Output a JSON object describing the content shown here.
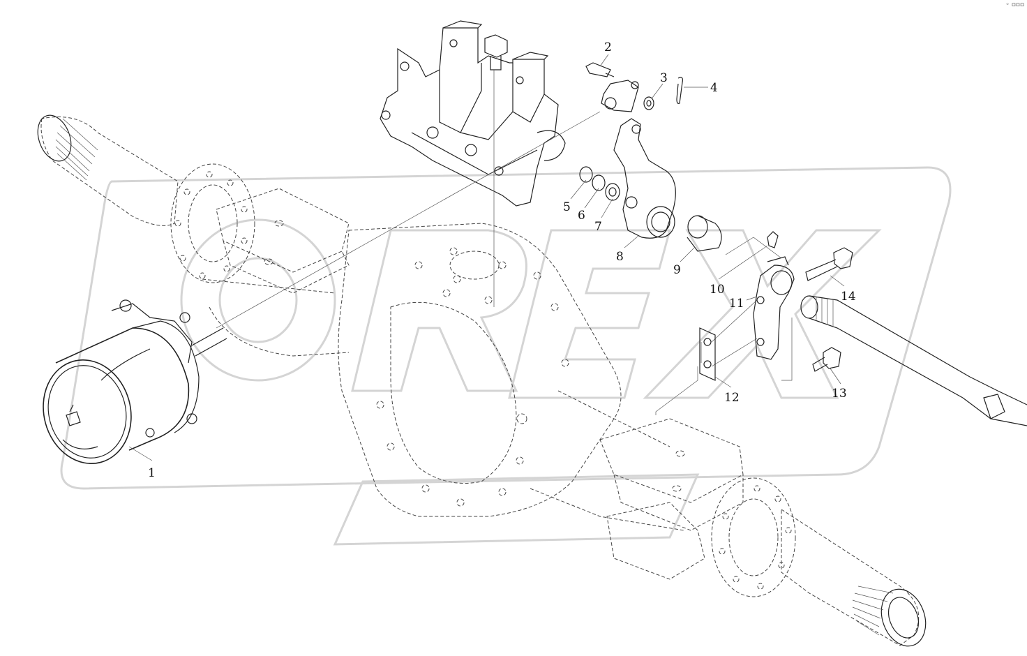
{
  "diagram": {
    "callouts": [
      {
        "label": "1"
      },
      {
        "label": "2"
      },
      {
        "label": "3"
      },
      {
        "label": "4"
      },
      {
        "label": "5"
      },
      {
        "label": "6"
      },
      {
        "label": "7"
      },
      {
        "label": "8"
      },
      {
        "label": "9"
      },
      {
        "label": "10"
      },
      {
        "label": "11"
      },
      {
        "label": "12"
      },
      {
        "label": "13"
      },
      {
        "label": "14"
      }
    ],
    "watermark": "OREX",
    "corner_mark": "◦ ▫▫▫"
  },
  "colors": {
    "line": "#222222",
    "watermark": "#d4d4d4",
    "background": "#ffffff"
  }
}
